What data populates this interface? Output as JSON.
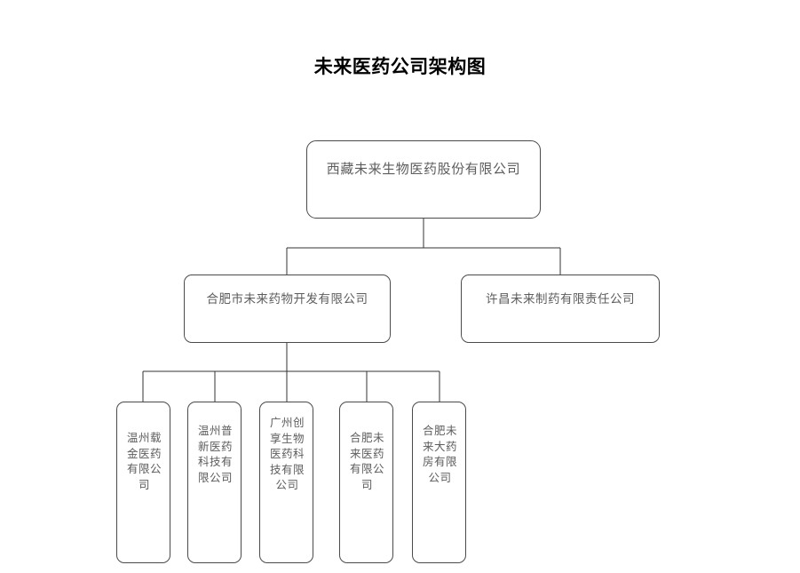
{
  "title": "未来医药公司架构图",
  "chart_data": {
    "type": "diagram",
    "diagram_type": "organization-chart",
    "title": "未来医药公司架构图",
    "orientation": "top-down",
    "node_style": {
      "shape": "rounded-rectangle",
      "fill": "#ffffff",
      "border_color": "#4a4a4a",
      "text_color": "#5d5d5d"
    },
    "connector_color": "#333333",
    "levels": 3,
    "nodes": [
      {
        "id": "root",
        "level": 1,
        "label": "西藏未来生物医药股份有限公司",
        "parent": null
      },
      {
        "id": "hefei-dev",
        "level": 2,
        "label": "合肥市未来药物开发有限公司",
        "parent": "root"
      },
      {
        "id": "xuchang",
        "level": 2,
        "label": "许昌未来制药有限责任公司",
        "parent": "root"
      },
      {
        "id": "wenzhou-zaijin",
        "level": 3,
        "label": "温州载金医药有限公司",
        "parent": "hefei-dev"
      },
      {
        "id": "wenzhou-puxin",
        "level": 3,
        "label": "温州普新医药科技有限公司",
        "parent": "hefei-dev"
      },
      {
        "id": "guangzhou-chuangxiang",
        "level": 3,
        "label": "广州创享生物医药科技有限公司",
        "parent": "hefei-dev"
      },
      {
        "id": "hefei-weilai",
        "level": 3,
        "label": "合肥未来医药有限公司",
        "parent": "hefei-dev"
      },
      {
        "id": "hefei-dayaofang",
        "level": 3,
        "label": "合肥未来大药房有限公司",
        "parent": "hefei-dev"
      }
    ],
    "edges": [
      {
        "from": "root",
        "to": "hefei-dev"
      },
      {
        "from": "root",
        "to": "xuchang"
      },
      {
        "from": "hefei-dev",
        "to": "wenzhou-zaijin"
      },
      {
        "from": "hefei-dev",
        "to": "wenzhou-puxin"
      },
      {
        "from": "hefei-dev",
        "to": "guangzhou-chuangxiang"
      },
      {
        "from": "hefei-dev",
        "to": "hefei-weilai"
      },
      {
        "from": "hefei-dev",
        "to": "hefei-dayaofang"
      }
    ]
  },
  "nodes": {
    "root": "西藏未来生物医药股份有限公司",
    "l2": {
      "hefei_dev": "合肥市未来药物开发有限公司",
      "xuchang": "许昌未来制药有限责任公司"
    },
    "l3": {
      "wenzhou_zaijin": "温州载金医药有限公司",
      "wenzhou_puxin": "温州普新医药科技有限公司",
      "guangzhou_chuangxiang": "广州创享生物医药科技有限公司",
      "hefei_weilai": "合肥未来医药有限公司",
      "hefei_dayaofang": "合肥未来大药房有限公司"
    }
  }
}
